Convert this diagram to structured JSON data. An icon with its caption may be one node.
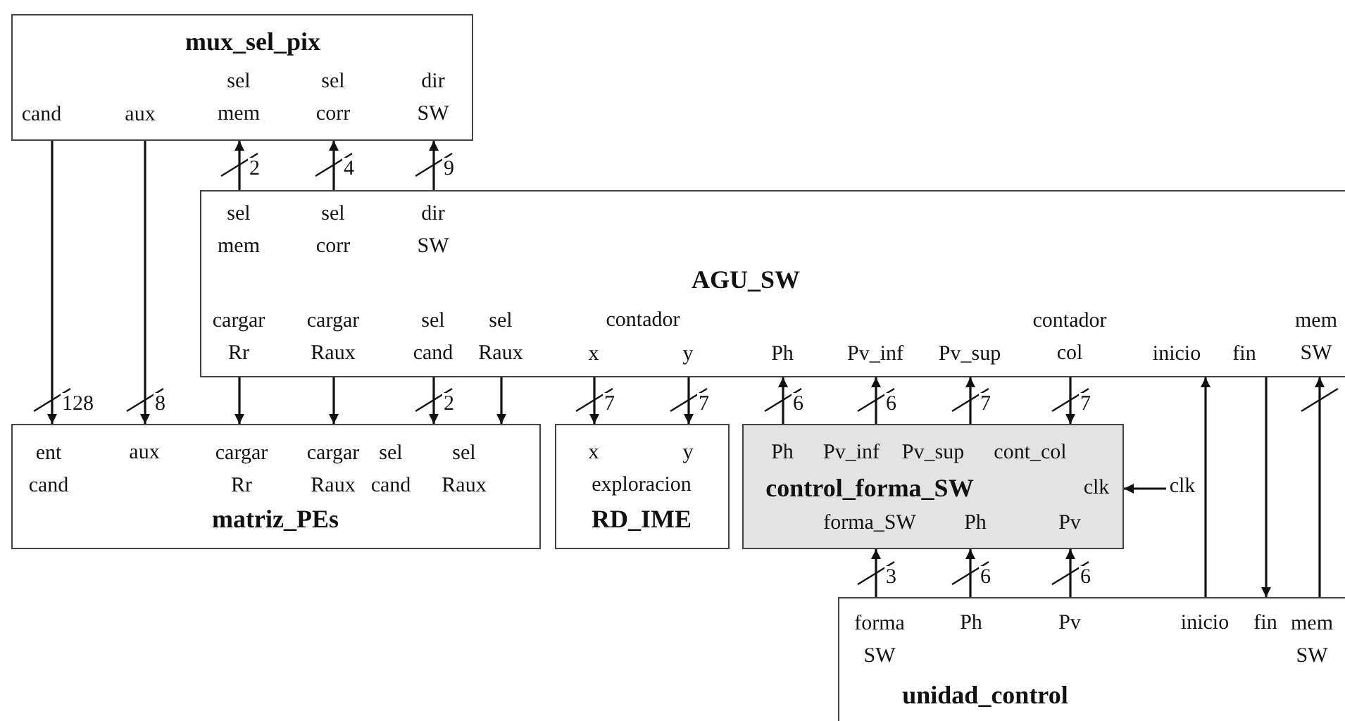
{
  "diagram": {
    "nodes": [
      {
        "text": [
          "mux_sel_pix",
          "cand",
          "aux",
          "sel mem",
          "sel corr",
          "dir SW"
        ]
      },
      {
        "text": [
          "sel mem",
          "sel corr",
          "dir SW",
          "AGU_SW",
          "cargar Rr",
          "cargar Raux",
          "sel cand",
          "sel Raux",
          "contador",
          "x",
          "y",
          "Ph",
          "Pv_inf",
          "Pv_sup",
          "contador col",
          "inicio",
          "fin",
          "mem SW"
        ]
      },
      {
        "text": [
          "ent cand",
          "aux",
          "cargar Rr",
          "cargar Raux",
          "sel cand",
          "sel Raux",
          "matriz_PEs"
        ]
      },
      {
        "text": [
          "x",
          "y",
          "exploracion",
          "RD_IME"
        ]
      },
      {
        "text": [
          "Ph",
          "Pv_inf",
          "Pv_sup",
          "cont_col",
          "control_forma_SW",
          "clk",
          "forma_SW",
          "Ph",
          "Pv"
        ]
      },
      {
        "text": [
          "clk"
        ]
      },
      {
        "text": [
          "forma SW",
          "Ph",
          "Pv",
          "inicio",
          "fin",
          "mem SW",
          "unidad_control"
        ]
      }
    ],
    "edges": [
      {
        "from": 0,
        "to": 2,
        "arrow": "to",
        "label": "128"
      },
      {
        "from": 0,
        "to": 2,
        "arrow": "to",
        "label": "8"
      },
      {
        "from": 1,
        "to": 0,
        "arrow": "to",
        "label": "2"
      },
      {
        "from": 1,
        "to": 0,
        "arrow": "to",
        "label": "4"
      },
      {
        "from": 1,
        "to": 0,
        "arrow": "to",
        "label": "9"
      },
      {
        "from": 1,
        "to": 2,
        "arrow": "to"
      },
      {
        "from": 1,
        "to": 2,
        "arrow": "to"
      },
      {
        "from": 1,
        "to": 2,
        "arrow": "to",
        "label": "2"
      },
      {
        "from": 1,
        "to": 2,
        "arrow": "to"
      },
      {
        "from": 1,
        "to": 3,
        "arrow": "to",
        "label": "7"
      },
      {
        "from": 1,
        "to": 3,
        "arrow": "to",
        "label": "7"
      },
      {
        "from": 4,
        "to": 1,
        "arrow": "to",
        "label": "6"
      },
      {
        "from": 4,
        "to": 1,
        "arrow": "to",
        "label": "6"
      },
      {
        "from": 4,
        "to": 1,
        "arrow": "to",
        "label": "7"
      },
      {
        "from": 1,
        "to": 4,
        "arrow": "to",
        "label": "7"
      },
      {
        "from": 5,
        "to": 4,
        "arrow": "to"
      },
      {
        "from": 6,
        "to": 4,
        "arrow": "to",
        "label": "3"
      },
      {
        "from": 6,
        "to": 4,
        "arrow": "to",
        "label": "6"
      },
      {
        "from": 6,
        "to": 4,
        "arrow": "to",
        "label": "6"
      },
      {
        "from": 6,
        "to": 1,
        "arrow": "to"
      },
      {
        "from": 1,
        "to": 6,
        "arrow": "to"
      },
      {
        "from": 6,
        "to": 1,
        "arrow": "to"
      }
    ]
  }
}
